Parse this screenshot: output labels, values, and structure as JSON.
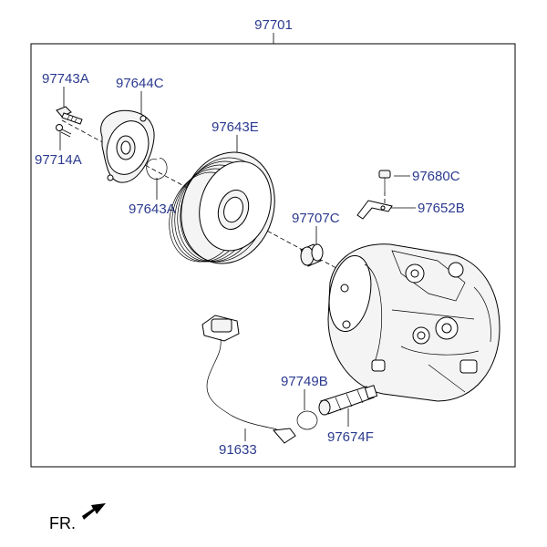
{
  "parts": {
    "assembly": "97701",
    "bolt": "97743A",
    "screw": "97714A",
    "clutch_hub": "97644C",
    "snap_ring": "97643A",
    "pulley": "97643E",
    "bearing": "97707C",
    "small_bolt": "97680C",
    "bracket": "97652B",
    "o_ring": "97749B",
    "pressure_switch": "97674F",
    "harness": "91633"
  },
  "orientation": {
    "label": "FR."
  }
}
